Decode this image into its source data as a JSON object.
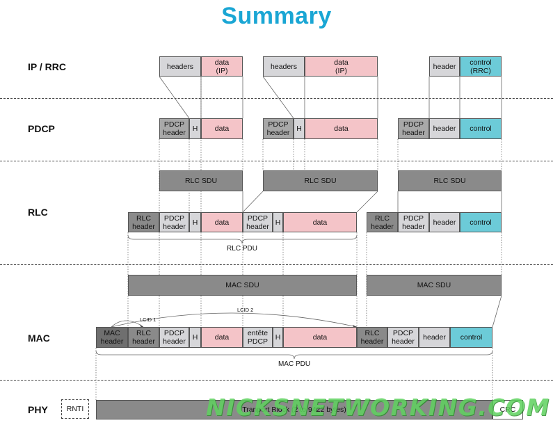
{
  "title": "Summary",
  "layers": {
    "ip_rrc": "IP / RRC",
    "pdcp": "PDCP",
    "rlc": "RLC",
    "mac": "MAC",
    "phy": "PHY"
  },
  "ip_row": {
    "headers": "headers",
    "data_ip": "data\n(IP)",
    "header": "header",
    "control_rrc": "control\n(RRC)"
  },
  "pdcp_row": {
    "pdcp_header": "PDCP\nheader",
    "h": "H",
    "data": "data",
    "header": "header",
    "control": "control"
  },
  "rlc_row": {
    "rlc_sdu": "RLC SDU",
    "rlc_header": "RLC\nheader",
    "pdcp_header": "PDCP\nheader",
    "h": "H",
    "data": "data",
    "header": "header",
    "control": "control",
    "rlc_pdu": "RLC PDU"
  },
  "mac_row": {
    "mac_sdu": "MAC SDU",
    "mac_header": "MAC\nheader",
    "rlc_header": "RLC\nheader",
    "pdcp_header": "PDCP\nheader",
    "h": "H",
    "data": "data",
    "entete_pdcp": "entête\nPDCP",
    "header": "header",
    "control": "control",
    "lcid1": "LCID 1",
    "lcid2": "LCID 2",
    "mac_pdu": "MAC PDU"
  },
  "phy_row": {
    "rnti": "RNTI",
    "transport_block": "Tranport Block (2 to 9422 bytes)",
    "crc": "CRC"
  },
  "watermark": "NICKSNETWORKING.COM"
}
